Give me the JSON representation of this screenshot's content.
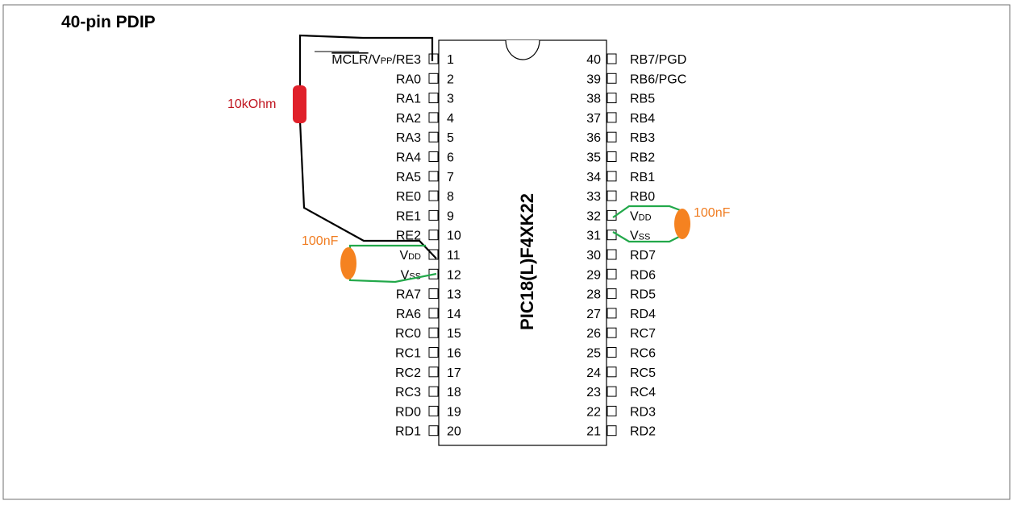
{
  "title": "40-pin PDIP",
  "chip_name": "PIC18(L)F4XK22",
  "left_pins": [
    {
      "num": "1",
      "label": "RE3"
    },
    {
      "num": "2",
      "label": "RA0"
    },
    {
      "num": "3",
      "label": "RA1"
    },
    {
      "num": "4",
      "label": "RA2"
    },
    {
      "num": "5",
      "label": "RA3"
    },
    {
      "num": "6",
      "label": "RA4"
    },
    {
      "num": "7",
      "label": "RA5"
    },
    {
      "num": "8",
      "label": "RE0"
    },
    {
      "num": "9",
      "label": "RE1"
    },
    {
      "num": "10",
      "label": "RE2"
    },
    {
      "num": "11",
      "label": "DD"
    },
    {
      "num": "12",
      "label": "SS"
    },
    {
      "num": "13",
      "label": "RA7"
    },
    {
      "num": "14",
      "label": "RA6"
    },
    {
      "num": "15",
      "label": "RC0"
    },
    {
      "num": "16",
      "label": "RC1"
    },
    {
      "num": "17",
      "label": "RC2"
    },
    {
      "num": "18",
      "label": "RC3"
    },
    {
      "num": "19",
      "label": "RD0"
    },
    {
      "num": "20",
      "label": "RD1"
    }
  ],
  "right_pins": [
    {
      "num": "40",
      "label": "RB7/PGD"
    },
    {
      "num": "39",
      "label": "RB6/PGC"
    },
    {
      "num": "38",
      "label": "RB5"
    },
    {
      "num": "37",
      "label": "RB4"
    },
    {
      "num": "36",
      "label": "RB3"
    },
    {
      "num": "35",
      "label": "RB2"
    },
    {
      "num": "34",
      "label": "RB1"
    },
    {
      "num": "33",
      "label": "RB0"
    },
    {
      "num": "32",
      "label": "DD"
    },
    {
      "num": "31",
      "label": "SS"
    },
    {
      "num": "30",
      "label": "RD7"
    },
    {
      "num": "29",
      "label": "RD6"
    },
    {
      "num": "28",
      "label": "RD5"
    },
    {
      "num": "27",
      "label": "RD4"
    },
    {
      "num": "26",
      "label": "RC7"
    },
    {
      "num": "25",
      "label": "RC6"
    },
    {
      "num": "24",
      "label": "RC5"
    },
    {
      "num": "23",
      "label": "RC4"
    },
    {
      "num": "22",
      "label": "RD3"
    },
    {
      "num": "21",
      "label": "RD2"
    }
  ],
  "pin1_parts": {
    "mclr": "MCLR",
    "slash1": "/V",
    "pp": "PP",
    "rest": "/RE3"
  },
  "power_prefix": "V",
  "resistor_label": "10kOhm",
  "cap_left_label": "100nF",
  "cap_right_label": "100nF",
  "colors": {
    "resistor": "#e0202a",
    "resistor_text": "#c0141e",
    "capacitor": "#f58220",
    "capacitor_text": "#f07c20",
    "wire_green": "#22a84a",
    "wire_black": "#000000"
  }
}
